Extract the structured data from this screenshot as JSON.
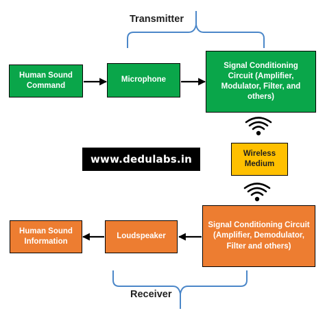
{
  "transmitter": {
    "heading": "Transmitter",
    "boxes": [
      {
        "label": "Human Sound Command"
      },
      {
        "label": "Microphone"
      },
      {
        "label": "Signal Conditioning Circuit (Amplifier, Modulator, Filter, and others)"
      }
    ]
  },
  "medium": {
    "label": "Wireless Medium"
  },
  "watermark": {
    "text": "www.dedulabs.in"
  },
  "receiver": {
    "heading": "Receiver",
    "boxes": [
      {
        "label": "Human Sound Information"
      },
      {
        "label": "Loudspeaker"
      },
      {
        "label": "Signal Conditioning Circuit (Amplifier, Demodulator, Filter and others)"
      }
    ]
  },
  "colors": {
    "transmitter_box": "#0aa64a",
    "receiver_box": "#ed7d31",
    "medium_box": "#ffc000",
    "bracket": "#4a86c8",
    "watermark_bg": "#000000"
  },
  "icons": {
    "wireless": "wifi-signal-icon"
  }
}
